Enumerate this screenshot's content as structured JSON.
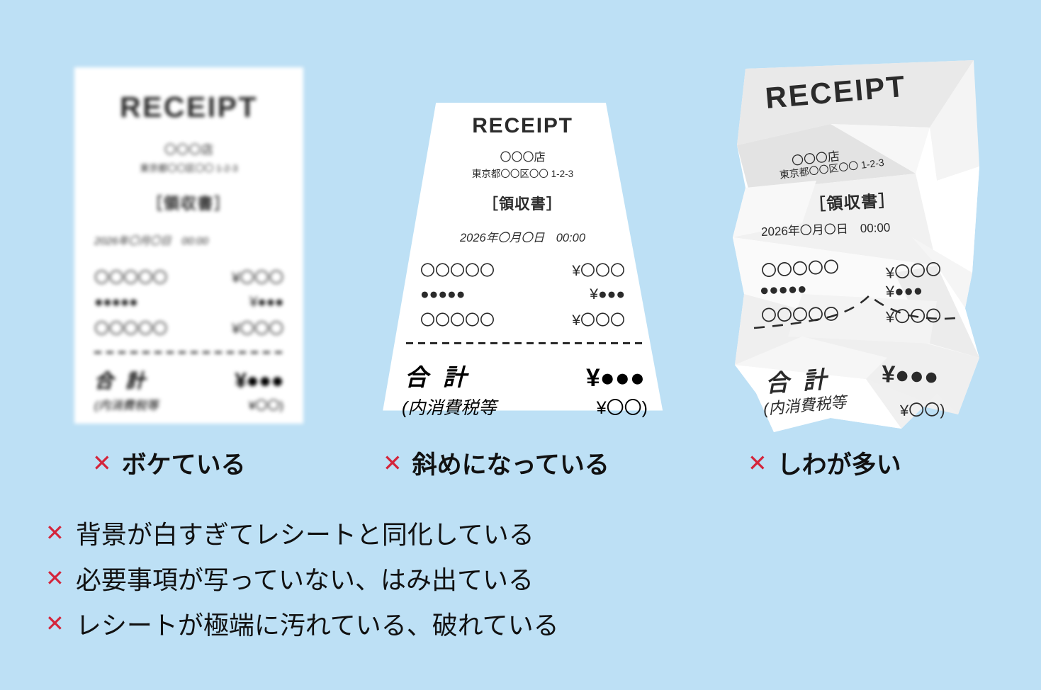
{
  "page": {
    "background_color": "#bde0f5",
    "accent_x_color": "#d4253b",
    "text_color": "#111111",
    "paper_color": "#ffffff"
  },
  "receipt": {
    "title": "RECEIPT",
    "shop": "〇〇〇店",
    "address": "東京都〇〇区〇〇 1-2-3",
    "doc_type": "［領収書］",
    "date": "2026年〇月〇日　00:00",
    "items": [
      {
        "name": "〇〇〇〇〇",
        "price": "¥〇〇〇"
      },
      {
        "name": "●●●●●",
        "price": "¥●●●"
      },
      {
        "name": "〇〇〇〇〇",
        "price": "¥〇〇〇"
      }
    ],
    "total_label": "合 計",
    "total_amount": "¥●●●",
    "tax_label": "(内消費税等",
    "tax_amount": "¥〇〇)"
  },
  "captions": [
    {
      "x": "✕",
      "label": "ボケている"
    },
    {
      "x": "✕",
      "label": "斜めになっている"
    },
    {
      "x": "✕",
      "label": "しわが多い"
    }
  ],
  "bullets": [
    {
      "x": "✕",
      "label": "背景が白すぎてレシートと同化している"
    },
    {
      "x": "✕",
      "label": "必要事項が写っていない、はみ出ている"
    },
    {
      "x": "✕",
      "label": "レシートが極端に汚れている、破れている"
    }
  ],
  "icons": {
    "x_mark": "x-mark-icon"
  }
}
